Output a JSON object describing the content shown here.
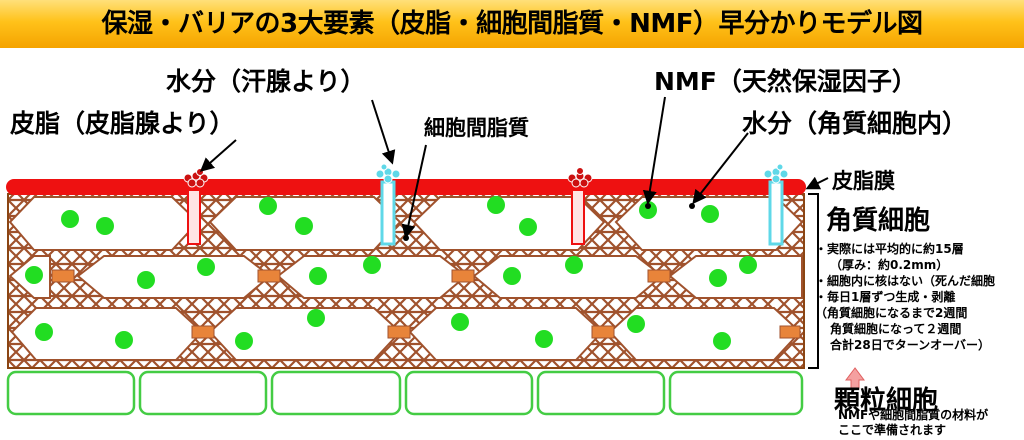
{
  "header": {
    "title": "保湿・バリアの3大要素（皮脂・細胞間脂質・NMF）早分かりモデル図"
  },
  "labels": {
    "sweat_water": "水分（汗腺より）",
    "sebum": "皮脂（皮脂腺より）",
    "intercellular_lipid": "細胞間脂質",
    "nmf": "NMF（天然保湿因子）",
    "cell_water": "水分（角質細胞内）",
    "sebum_film": "皮脂膜",
    "stratum_corneum": "角質細胞",
    "granular_cell": "顆粒細胞"
  },
  "stratum_corneum_notes": [
    "・実際には平均的に約15層",
    "（厚み：約0.2mm）",
    "・細胞内に核はない（死んだ細胞",
    "・毎日1層ずつ生成・剥離",
    "（角質細胞になるまで2週間",
    "角質細胞になって２週間",
    "合計28日でターンオーバー）"
  ],
  "granular_notes": [
    "NMFや細胞間脂質の材料が",
    "ここで準備されます"
  ],
  "colors": {
    "banner_top": "#ffe07a",
    "banner_bottom": "#f5a300",
    "sebum_red": "#ee1111",
    "lipid_brown": "#a0522d",
    "lipid_fill": "#c8783c",
    "nmf_green": "#22dd22",
    "sweat_cyan": "#5fd8e8",
    "granular_green": "#44cc44",
    "arrow_pink": "#f4a0a0"
  },
  "icons": {
    "sebum_droplet": "sebum-droplet-icon",
    "sweat_droplet": "sweat-droplet-icon",
    "up_arrow": "up-arrow-icon"
  }
}
